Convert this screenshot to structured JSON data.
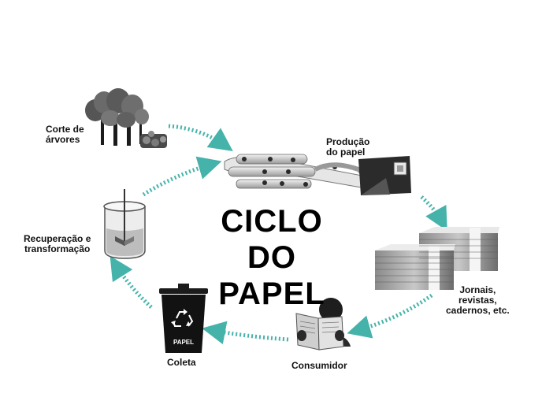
{
  "title": "CICLO\nDO\nPAPEL",
  "steps": [
    {
      "id": "corte",
      "label": "Corte de\nárvores"
    },
    {
      "id": "producao",
      "label": "Produção\ndo papel"
    },
    {
      "id": "jornais",
      "label": "Jornais,\nrevistas,\ncadernos, etc."
    },
    {
      "id": "consumidor",
      "label": "Consumidor"
    },
    {
      "id": "coleta",
      "label": "Coleta"
    },
    {
      "id": "recuperacao",
      "label": "Recuperação e\ntransformação"
    }
  ],
  "bin_label": "PAPEL",
  "colors": {
    "arrow": "#46b3ab",
    "dark": "#1b1b1b",
    "mid": "#6a6a6a",
    "light": "#cfcfcf"
  },
  "icons": [
    "trees-icon",
    "logs-icon",
    "paper-machine-icon",
    "paper-stacks-icon",
    "reading-person-icon",
    "recycling-bin-icon",
    "mixing-tank-icon"
  ]
}
